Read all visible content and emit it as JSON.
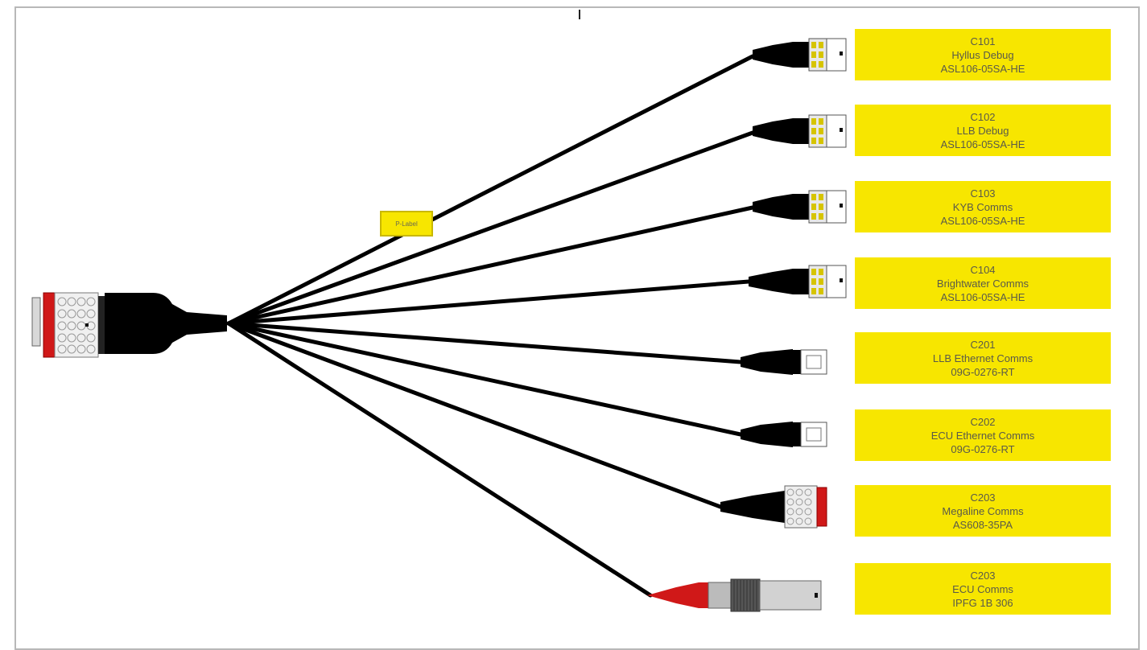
{
  "flag_label": "P-Label",
  "colors": {
    "cable": "#000000",
    "label_fill": "#f7e600",
    "accent_red": "#d01818",
    "connector_gray": "#bdbdbd"
  },
  "connectors": [
    {
      "ref": "C101",
      "name": "Hyllus Debug",
      "part": "ASL106-05SA-HE",
      "style": "asl-yellow"
    },
    {
      "ref": "C102",
      "name": "LLB Debug",
      "part": "ASL106-05SA-HE",
      "style": "asl-yellow"
    },
    {
      "ref": "C103",
      "name": "KYB Comms",
      "part": "ASL106-05SA-HE",
      "style": "asl-yellow"
    },
    {
      "ref": "C104",
      "name": "Brightwater Comms",
      "part": "ASL106-05SA-HE",
      "style": "asl-yellow"
    },
    {
      "ref": "C201",
      "name": "LLB Ethernet Comms",
      "part": "09G-0276-RT",
      "style": "ethernet"
    },
    {
      "ref": "C202",
      "name": "ECU Ethernet Comms",
      "part": "09G-0276-RT",
      "style": "ethernet"
    },
    {
      "ref": "C203",
      "name": "Megaline Comms",
      "part": "AS608-35PA",
      "style": "as-red"
    },
    {
      "ref": "C203",
      "name": "ECU Comms",
      "part": "IPFG 1B 306",
      "style": "lemo"
    }
  ]
}
